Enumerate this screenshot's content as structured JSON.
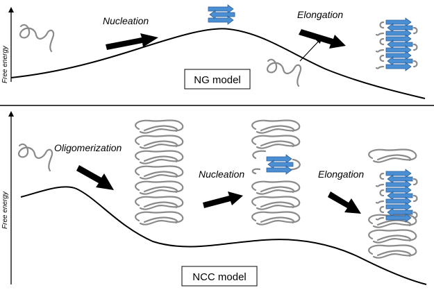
{
  "panels": {
    "ng": {
      "axis_label": "Free energy",
      "model_label": "NG model",
      "steps": [
        "Nucleation",
        "Elongation"
      ]
    },
    "ncc": {
      "axis_label": "Free energy",
      "model_label": "NCC model",
      "steps": [
        "Oligomerization",
        "Nucleation",
        "Elongation"
      ]
    }
  },
  "colors": {
    "beta_strand": "#4a8fd4",
    "beta_outline": "#2b5f96",
    "chain": "#8a8a8a",
    "curve": "#000000"
  }
}
